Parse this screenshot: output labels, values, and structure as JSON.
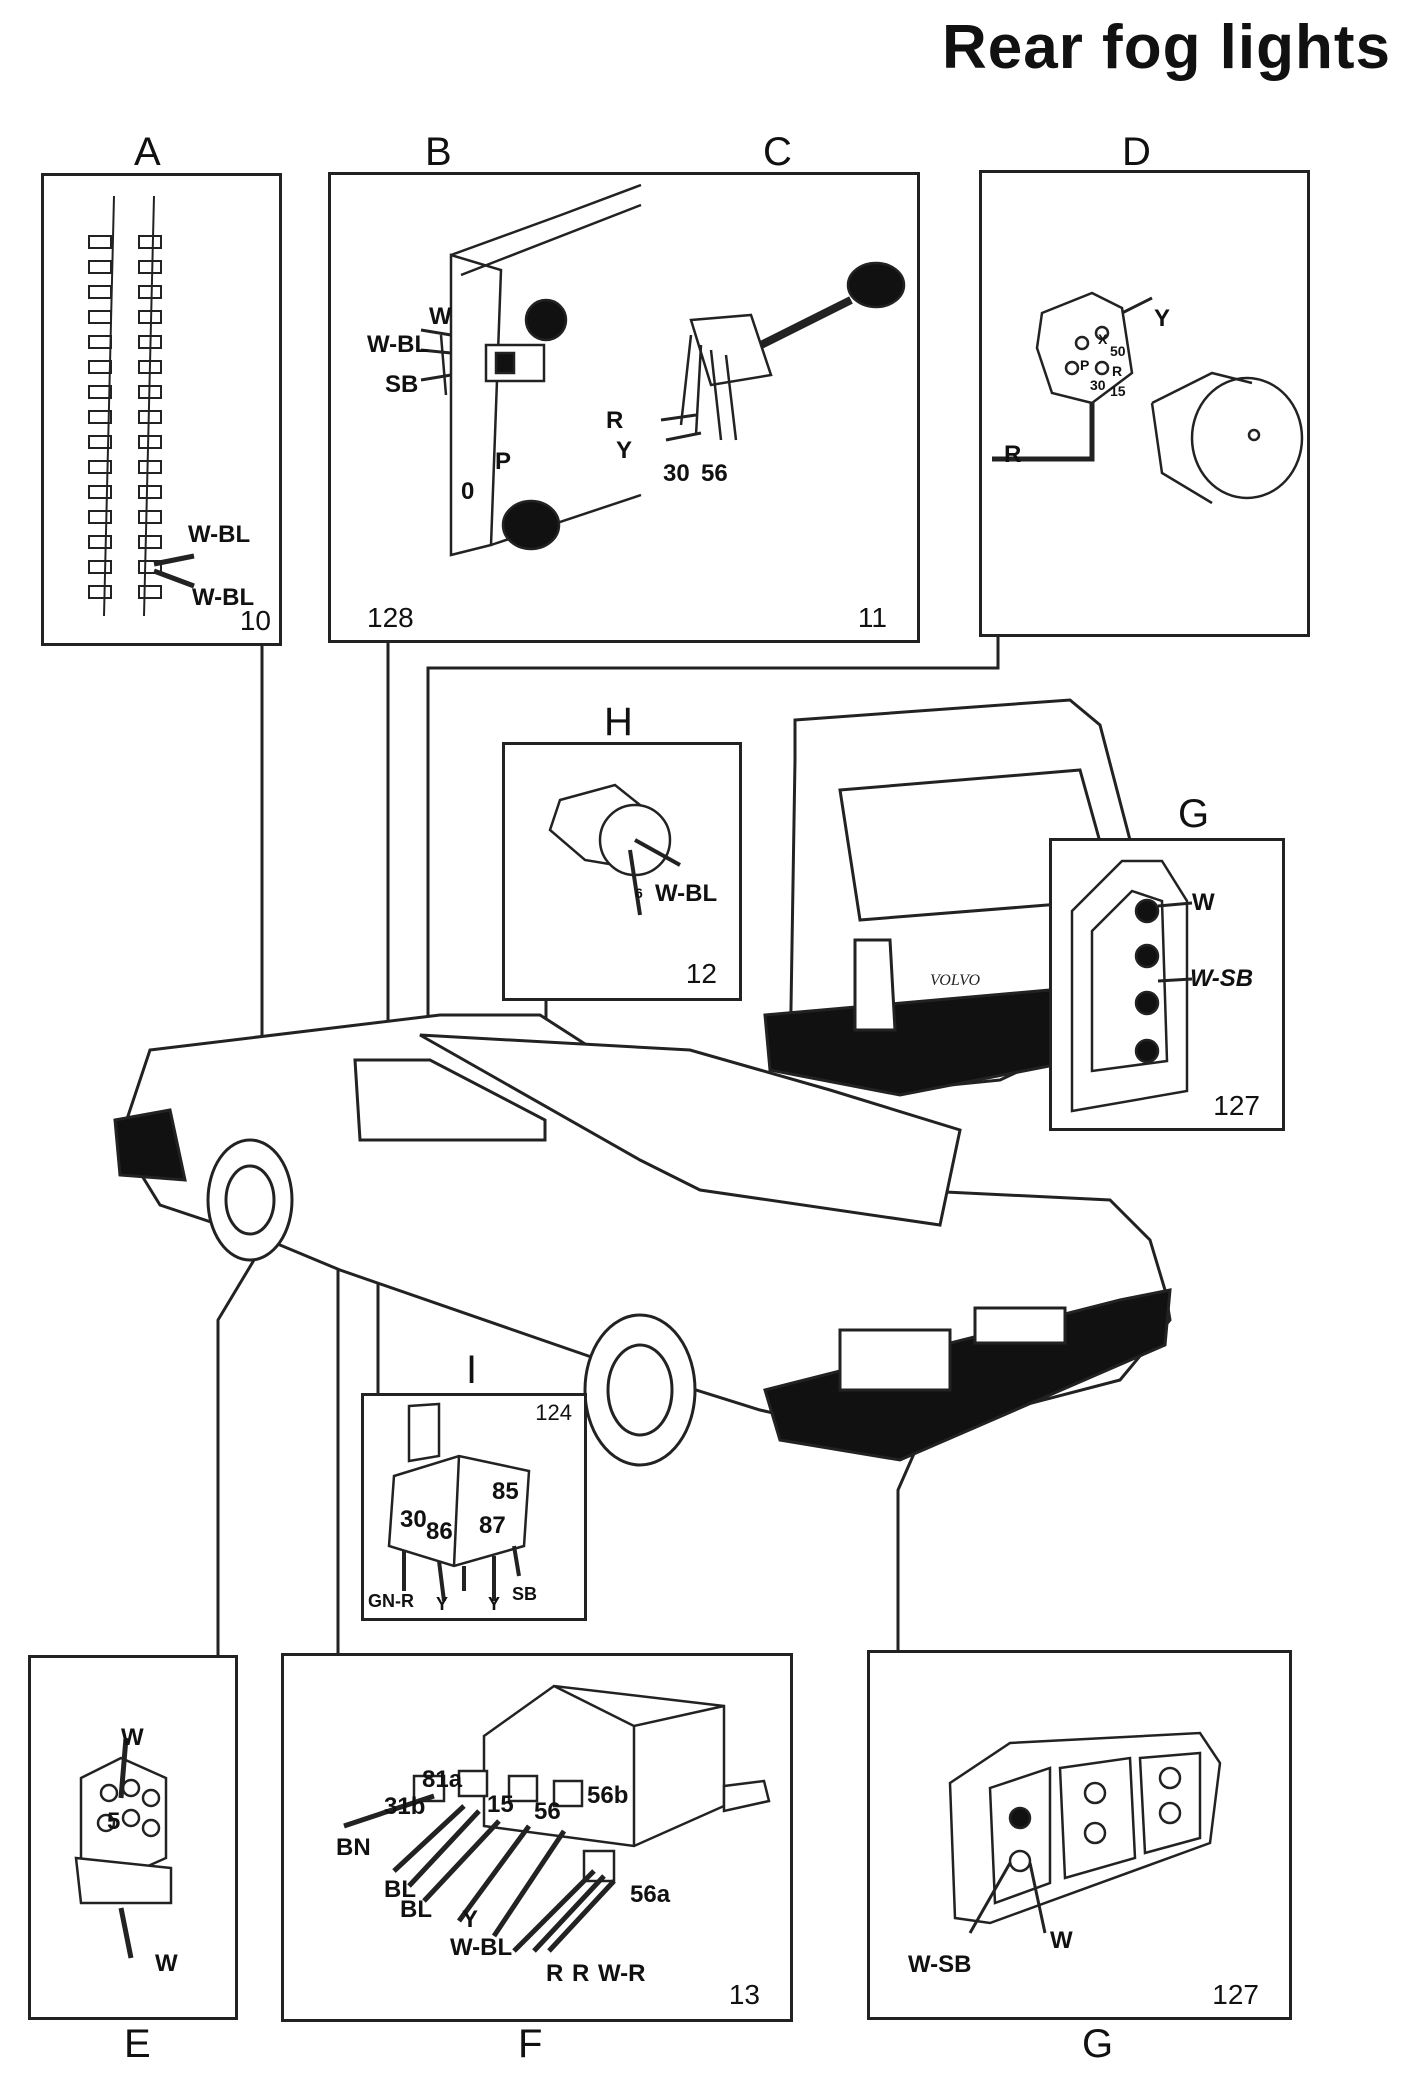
{
  "title": "Rear fog lights",
  "panels": {
    "A": {
      "label": "A",
      "number": "10",
      "wires": [
        "W-BL",
        "W-BL"
      ]
    },
    "B": {
      "label": "B",
      "number": "128",
      "wires": [
        "W",
        "W-BL",
        "SB"
      ],
      "switch_marks": [
        "P",
        "0"
      ]
    },
    "C": {
      "label": "C",
      "number": "11",
      "wires": [
        "R",
        "Y"
      ],
      "terminals": [
        "30",
        "56"
      ]
    },
    "D": {
      "label": "D",
      "wires": [
        "Y",
        "R"
      ],
      "terminals": [
        "X",
        "50",
        "P",
        "R",
        "30",
        "15"
      ]
    },
    "H": {
      "label": "H",
      "number": "12",
      "wires": [
        "W-BL"
      ],
      "terminals": [
        "6"
      ]
    },
    "G_top": {
      "label": "G",
      "number": "127",
      "wires": [
        "W",
        "W-SB"
      ]
    },
    "I": {
      "label": "I",
      "number": "124",
      "terminals": [
        "30",
        "86",
        "87",
        "85"
      ],
      "wires": [
        "GN-R",
        "Y",
        "Y",
        "SB"
      ]
    },
    "E": {
      "label": "E",
      "wires": [
        "W",
        "W"
      ],
      "terminals": [
        "5"
      ]
    },
    "F": {
      "label": "F",
      "number": "13",
      "terminals": [
        "81a",
        "31b",
        "15",
        "56",
        "56b",
        "56a"
      ],
      "wires": [
        "BN",
        "BL",
        "BL",
        "Y",
        "W-BL",
        "R",
        "R",
        "W-R"
      ]
    },
    "G_bottom": {
      "label": "G",
      "number": "127",
      "wires": [
        "W-SB",
        "W"
      ]
    }
  },
  "car_badge": "VOLVO"
}
